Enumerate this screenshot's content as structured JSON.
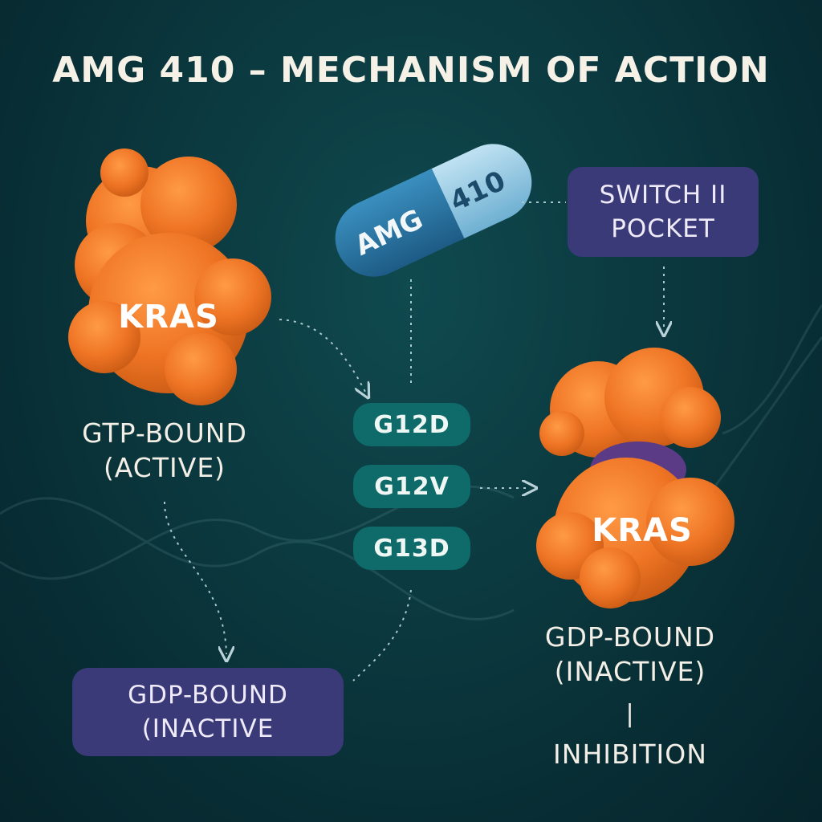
{
  "title": "AMG 410 – MECHANISM OF ACTION",
  "capsule": {
    "left_text": "AMG",
    "right_text": "410"
  },
  "switch_pocket": {
    "line1": "SWITCH II",
    "line2": "POCKET"
  },
  "kras_active": {
    "name": "KRAS",
    "state_line1": "GTP-BOUND",
    "state_line2": "(ACTIVE)"
  },
  "kras_inactive": {
    "name": "KRAS",
    "state_line1": "GDP-BOUND",
    "state_line2": "(INACTIVE)"
  },
  "gdp_box": {
    "line1": "GDP-BOUND",
    "line2": "(INACTIVE"
  },
  "mutations": [
    "G12D",
    "G12V",
    "G13D"
  ],
  "separator": "|",
  "inhibition": "INHIBITION",
  "colors": {
    "background": "#0b3a40",
    "protein": "#ee7424",
    "purple_box": "#3a3a78",
    "teal_pill": "#0f6a6a",
    "capsule": "#2c78a3",
    "pocket": "#5b3a86"
  }
}
